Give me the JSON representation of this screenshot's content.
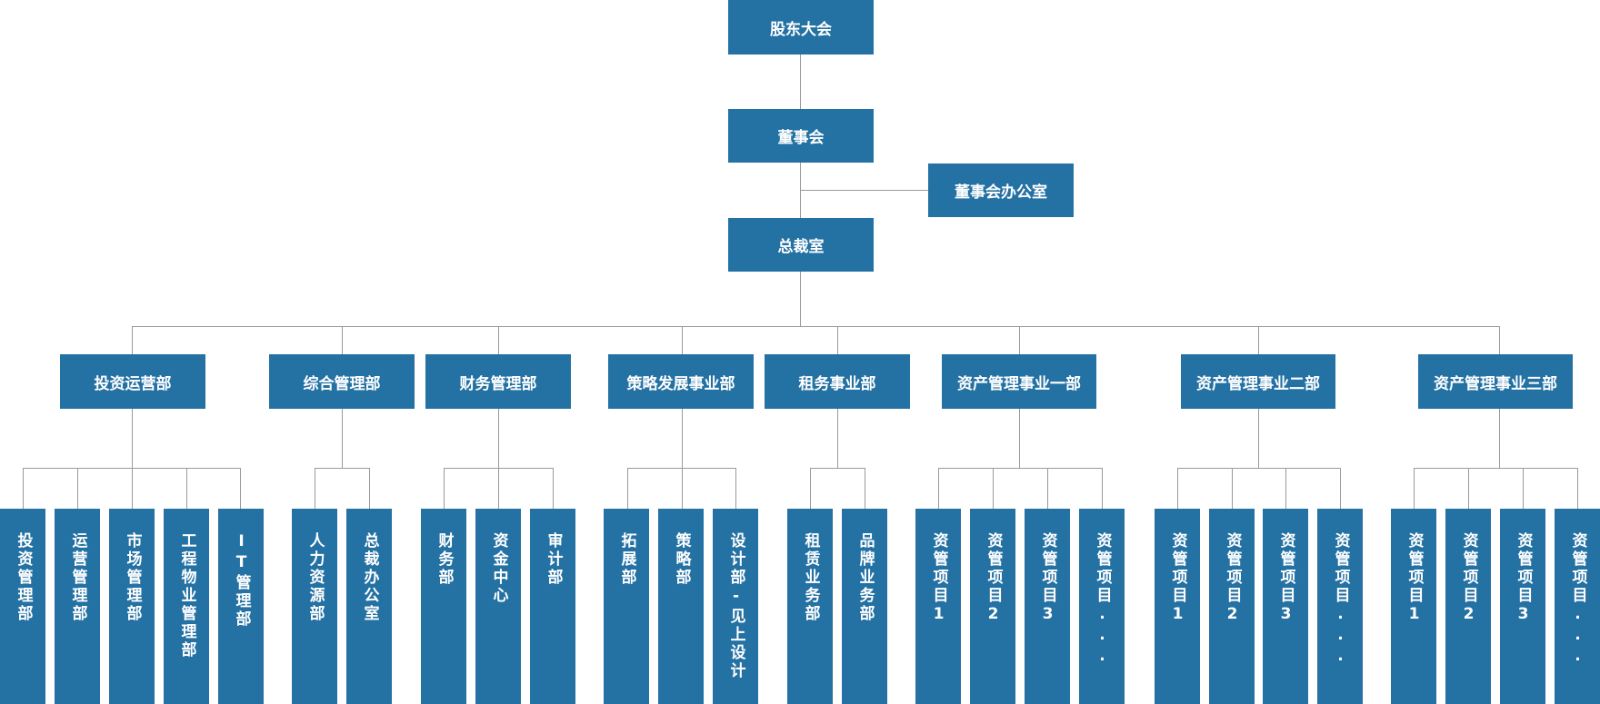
{
  "top": {
    "shareholders": "股东大会",
    "board": "董事会",
    "board_office": "董事会办公室",
    "president": "总裁室"
  },
  "departments": [
    {
      "name": "投资运营部",
      "subs": [
        "投资管理部",
        "运营管理部",
        "市场管理部",
        "工程物业管理部",
        "IT管理部"
      ]
    },
    {
      "name": "综合管理部",
      "subs": [
        "人力资源部",
        "总裁办公室"
      ]
    },
    {
      "name": "财务管理部",
      "subs": [
        "财务部",
        "资金中心",
        "审计部"
      ]
    },
    {
      "name": "策略发展事业部",
      "subs": [
        "拓展部",
        "策略部",
        "设计部-见上设计"
      ]
    },
    {
      "name": "租务事业部",
      "subs": [
        "租赁业务部",
        "品牌业务部"
      ]
    },
    {
      "name": "资产管理事业一部",
      "subs": [
        "资管项目1",
        "资管项目2",
        "资管项目3",
        "资管项目..."
      ]
    },
    {
      "name": "资产管理事业二部",
      "subs": [
        "资管项目1",
        "资管项目2",
        "资管项目3",
        "资管项目..."
      ]
    },
    {
      "name": "资产管理事业三部",
      "subs": [
        "资管项目1",
        "资管项目2",
        "资管项目3",
        "资管项目..."
      ]
    }
  ]
}
